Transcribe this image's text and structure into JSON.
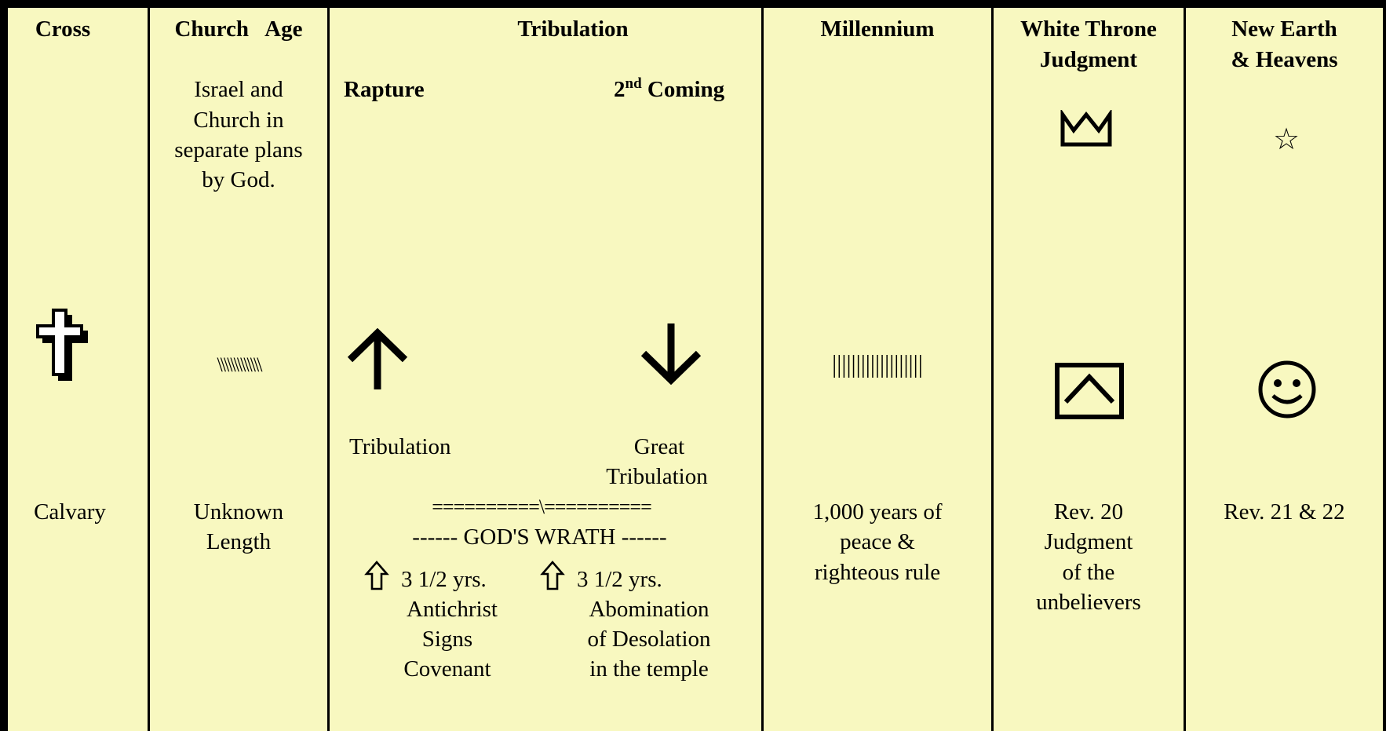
{
  "headers": {
    "cross": "Cross",
    "church_age": "Church   Age",
    "tribulation": "Tribulation",
    "millennium": "Millennium",
    "white_throne_l1": "White Throne",
    "white_throne_l2": "Judgment",
    "new_earth_l1": "New Earth",
    "new_earth_l2": "& Heavens"
  },
  "church_age": {
    "desc_l1": "Israel and",
    "desc_l2": "Church in",
    "desc_l3": "separate plans",
    "desc_l4": "by God.",
    "marks": "\\\\\\\\\\\\\\\\\\\\\\\\\\",
    "length_l1": "Unknown",
    "length_l2": "Length"
  },
  "cross": {
    "label": "Calvary",
    "icon": "cross-icon"
  },
  "tribulation": {
    "rapture": "Rapture",
    "second_coming_num": "2",
    "second_coming_sup": "nd",
    "second_coming_rest": " Coming",
    "up_label": "Tribulation",
    "great_l1": "Great",
    "great_l2": "Tribulation",
    "divider": "==========\\==========",
    "wrath": "------ GOD'S WRATH ------",
    "left_years": "3 1/2 yrs.",
    "left_l1": "Antichrist",
    "left_l2": "Signs",
    "left_l3": "Covenant",
    "right_years": "3 1/2 yrs.",
    "right_l1": "Abomination",
    "right_l2": "of Desolation",
    "right_l3": "in the temple"
  },
  "millennium": {
    "marks": "|||||||||||||||||||",
    "desc_l1": "1,000 years of",
    "desc_l2": "peace &",
    "desc_l3": "righteous rule"
  },
  "white_throne": {
    "ref": "Rev. 20",
    "desc_l1": "Judgment",
    "desc_l2": "of the",
    "desc_l3": "unbelievers"
  },
  "new_earth": {
    "ref": "Rev. 21 & 22"
  },
  "colors": {
    "background": "#f8f8c0",
    "ink": "#000000",
    "frame": "#000000"
  },
  "icons": [
    "cross-icon",
    "arrow-up-icon",
    "arrow-down-icon",
    "open-arrow-up-icon",
    "crown-icon",
    "throne-box-icon",
    "star-icon",
    "smiley-icon"
  ]
}
